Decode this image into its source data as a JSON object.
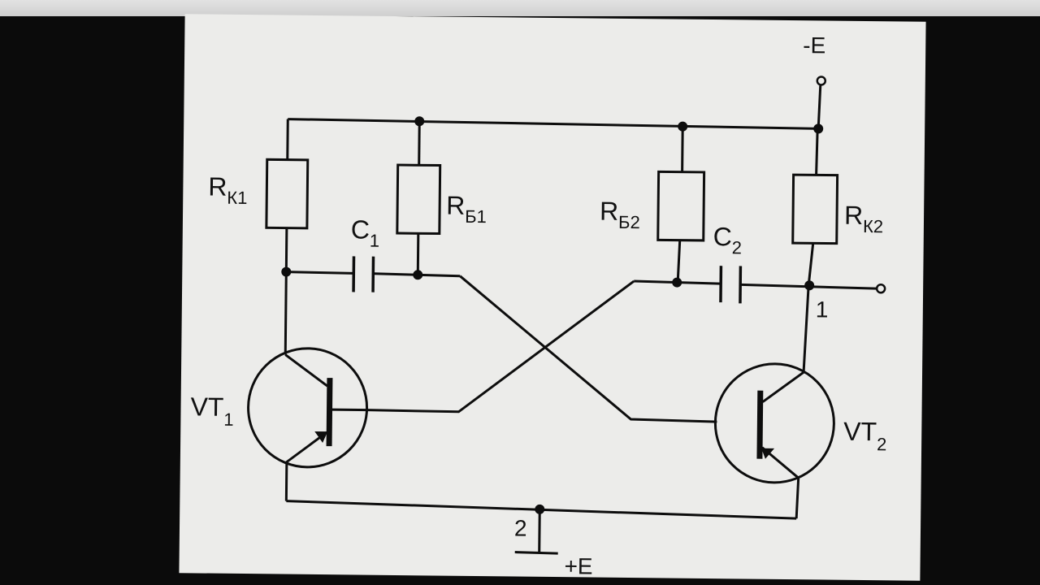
{
  "diagram": {
    "supply_negative": "-E",
    "supply_positive": "+E",
    "transistor_1": {
      "name": "VT",
      "sub": "1"
    },
    "transistor_2": {
      "name": "VT",
      "sub": "2"
    },
    "resistor_rk1": {
      "name": "R",
      "sub": "К1"
    },
    "resistor_rb1": {
      "name": "R",
      "sub": "Б1"
    },
    "resistor_rb2": {
      "name": "R",
      "sub": "Б2"
    },
    "resistor_rk2": {
      "name": "R",
      "sub": "К2"
    },
    "capacitor_1": {
      "name": "C",
      "sub": "1"
    },
    "capacitor_2": {
      "name": "C",
      "sub": "2"
    },
    "node_1": "1",
    "node_2": "2"
  }
}
